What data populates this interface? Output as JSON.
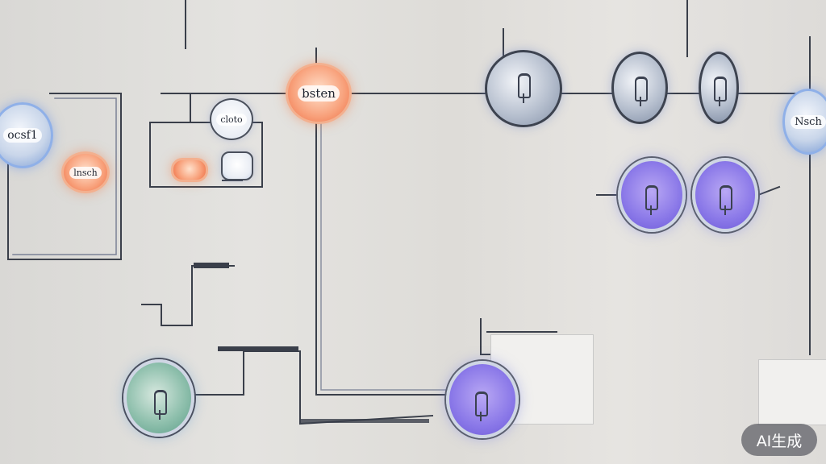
{
  "nodes": {
    "center_top": {
      "label": "bsten"
    },
    "left_top": {
      "label": "ocsf1"
    },
    "left_mid": {
      "label": "lnsch"
    },
    "small_top": {
      "label": "cloto"
    },
    "right_top": {
      "label": "Nsch"
    }
  },
  "watermark": {
    "label": "AI生成"
  }
}
